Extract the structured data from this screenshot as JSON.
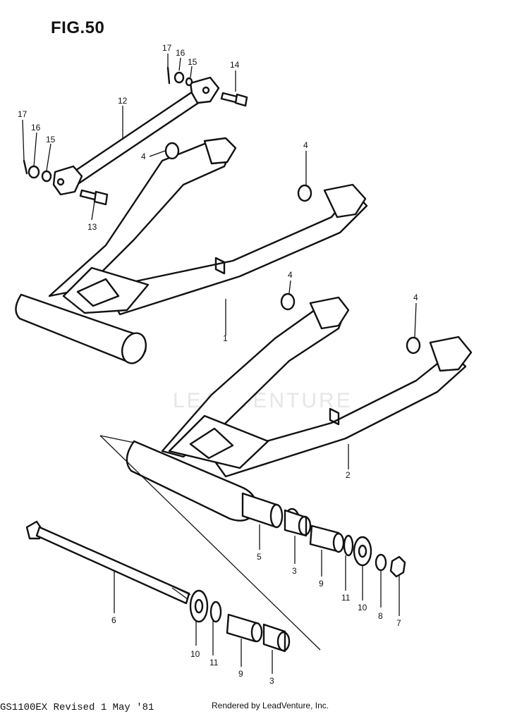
{
  "figure": {
    "title": "FIG.50",
    "footer_model": "GS1100EX  Revised 1 May '81",
    "footer_credit": "Rendered by LeadVenture, Inc.",
    "watermark": "LEADVENTURE"
  },
  "callouts": {
    "c17a": "17",
    "c16a": "16",
    "c15a": "15",
    "c14": "14",
    "c12": "12",
    "c17b": "17",
    "c16b": "16",
    "c15b": "15",
    "c13": "13",
    "c4a": "4",
    "c4b": "4",
    "c4c": "4",
    "c4d": "4",
    "c1": "1",
    "c2": "2",
    "c5": "5",
    "c3a": "3",
    "c9a": "9",
    "c11a": "11",
    "c10a": "10",
    "c8": "8",
    "c7": "7",
    "c6": "6",
    "c10b": "10",
    "c11b": "11",
    "c9b": "9",
    "c3b": "3"
  }
}
